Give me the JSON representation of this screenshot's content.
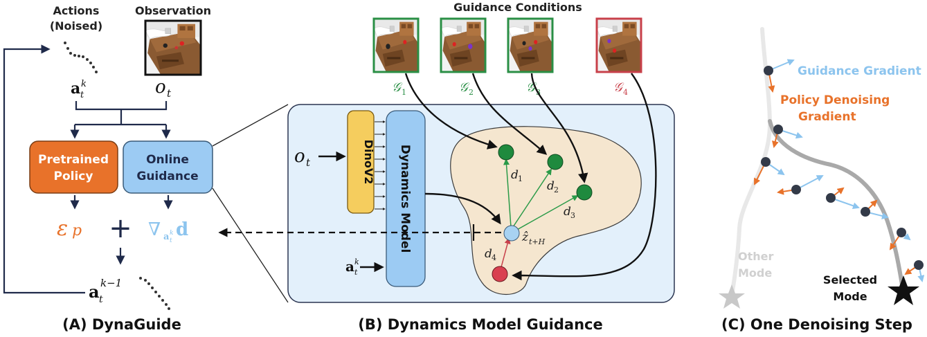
{
  "panelA": {
    "actions_label_1": "Actions",
    "actions_label_2": "(Noised)",
    "observation_label": "Observation",
    "action_var": "a",
    "action_sup": "k",
    "action_sub": "t",
    "obs_var": "o",
    "obs_sub": "t",
    "pretrained_1": "Pretrained",
    "pretrained_2": "Policy",
    "online_1": "Online",
    "online_2": "Guidance",
    "eps_symbol": "ε",
    "eps_sub": "p",
    "plus": "+",
    "grad_symbol": "∇",
    "grad_sub": "a",
    "grad_sub_sup": "k",
    "grad_sub_sub": "t",
    "grad_d": "d",
    "next_var": "a",
    "next_sup": "k−1",
    "next_sub": "t",
    "caption": "(A) DynaGuide"
  },
  "panelB": {
    "guidance_title": "Guidance Conditions",
    "g1": "𝒢",
    "g1_sub": "1",
    "g2": "𝒢",
    "g2_sub": "2",
    "g3": "𝒢",
    "g3_sub": "3",
    "g4": "𝒢",
    "g4_sub": "4",
    "obs_var": "o",
    "obs_sub": "t",
    "dino": "DinoV2",
    "dynamics": "Dynamics Model",
    "act_var": "a",
    "act_sup": "k",
    "act_sub": "t",
    "d1": "d",
    "d1_sub": "1",
    "d2": "d",
    "d2_sub": "2",
    "d3": "d",
    "d3_sub": "3",
    "d4": "d",
    "d4_sub": "4",
    "z_var": "ẑ",
    "z_sub": "t+H",
    "caption": "(B) Dynamics Model Guidance"
  },
  "panelC": {
    "guidance_gradient": "Guidance Gradient",
    "policy_1": "Policy Denoising",
    "policy_2": "Gradient",
    "other_1": "Other",
    "other_2": "Mode",
    "selected_1": "Selected",
    "selected_2": "Mode",
    "caption": "(C) One Denoising Step"
  },
  "colors": {
    "orange": "#e8722a",
    "light_blue": "#a8d2f2",
    "box_blue": "#9ccbf3",
    "navy": "#1f2a4a",
    "green_node": "#1f8a3e",
    "green_frame": "#2a8f45",
    "red_frame": "#c8404a",
    "red_node": "#d94050",
    "panel_bg": "#e3f0fb",
    "blob": "#f5e6cf",
    "dino": "#f5cd5e"
  },
  "icons": {
    "observation": "robot-tabletop-scene-image",
    "selected_mode": "star-icon"
  }
}
